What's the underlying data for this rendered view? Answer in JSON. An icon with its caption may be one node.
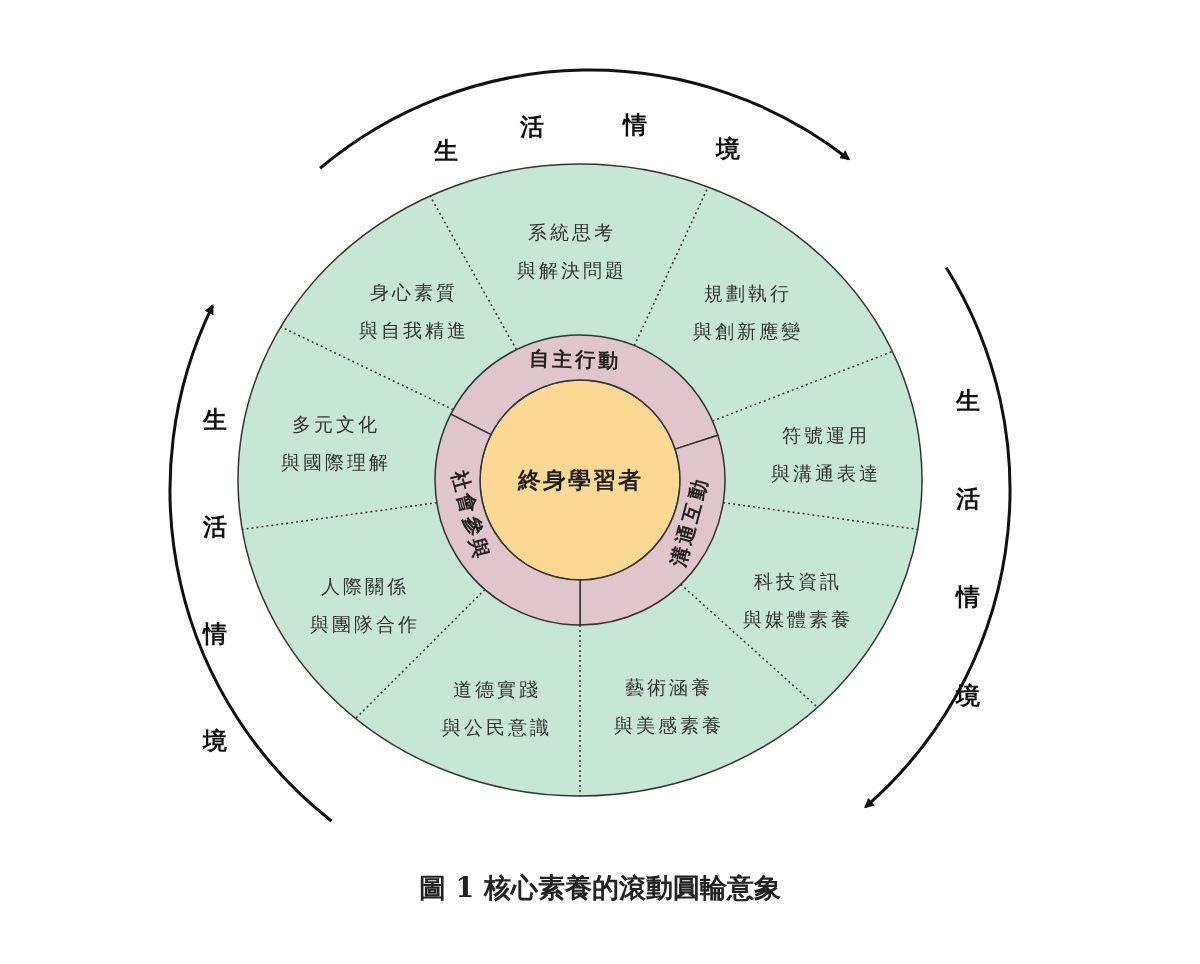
{
  "diagram": {
    "caption": "圖 1 核心素養的滾動圓輪意象",
    "nodes": [
      {
        "text": [
          "終身學習者"
        ]
      },
      {
        "text": [
          "自主行動"
        ]
      },
      {
        "text": [
          "溝通互動"
        ]
      },
      {
        "text": [
          "社會參與"
        ]
      },
      {
        "text": [
          "系統思考與解決問題"
        ]
      },
      {
        "text": [
          "規劃執行與創新應變"
        ]
      },
      {
        "text": [
          "符號運用與溝通表達"
        ]
      },
      {
        "text": [
          "科技資訊與媒體素養"
        ]
      },
      {
        "text": [
          "藝術涵養與美感素養"
        ]
      },
      {
        "text": [
          "道德實踐與公民意識"
        ]
      },
      {
        "text": [
          "人際關係與團隊合作"
        ]
      },
      {
        "text": [
          "多元文化與國際理解"
        ]
      },
      {
        "text": [
          "身心素質與自我精進"
        ]
      }
    ],
    "labels": [
      "生活情境",
      "生活情境",
      "生活情境"
    ]
  }
}
